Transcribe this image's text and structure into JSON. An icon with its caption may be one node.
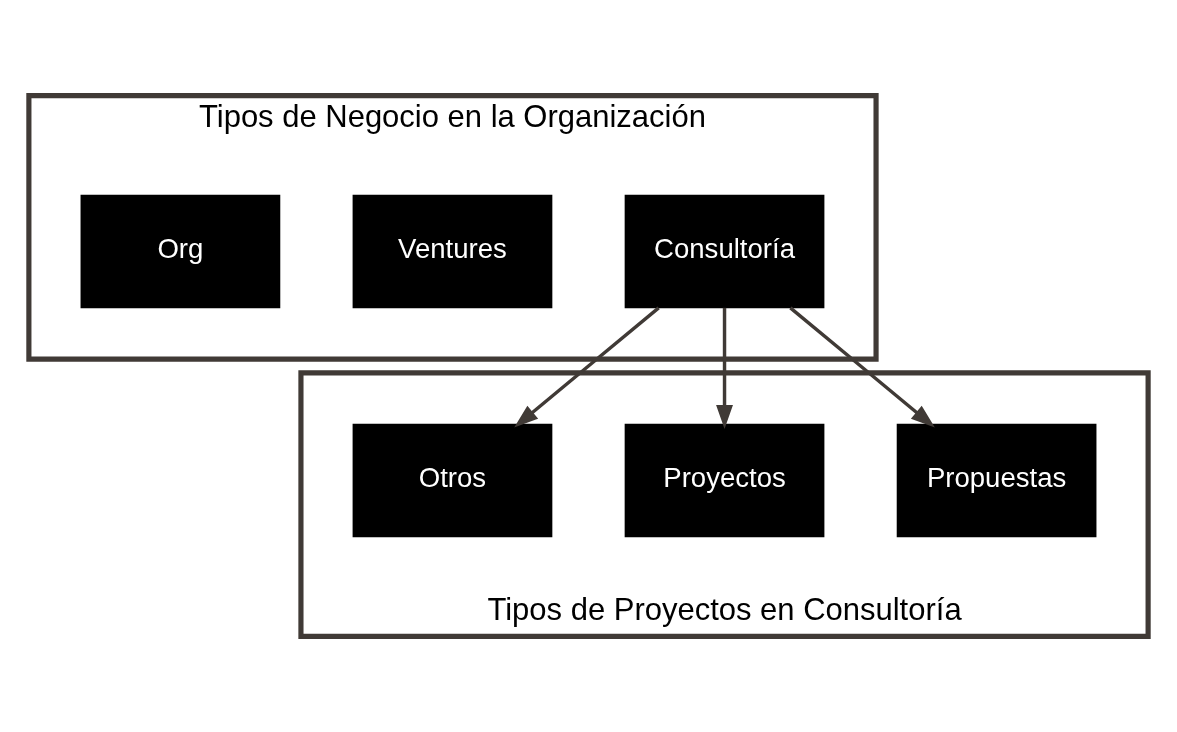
{
  "diagram": {
    "nodes": [
      {
        "text": [
          "Tipos de Negocio en la Organización"
        ]
      },
      {
        "text": [
          "Consultoría"
        ],
        "in": 0
      },
      {
        "text": [
          "Ventures"
        ],
        "in": 0
      },
      {
        "text": [
          "Org"
        ],
        "in": 0
      },
      {
        "text": [
          "Tipos de Proyectos en Consultoría"
        ]
      },
      {
        "text": [
          "Propuestas"
        ],
        "in": 4
      },
      {
        "text": [
          "Proyectos"
        ],
        "in": 4
      },
      {
        "text": [
          "Otros"
        ],
        "in": 4
      }
    ],
    "edges": [
      {
        "from": 1,
        "to": 5,
        "arrow": "to"
      },
      {
        "from": 1,
        "to": 6,
        "arrow": "to"
      },
      {
        "from": 1,
        "to": 7,
        "arrow": "to"
      }
    ]
  }
}
